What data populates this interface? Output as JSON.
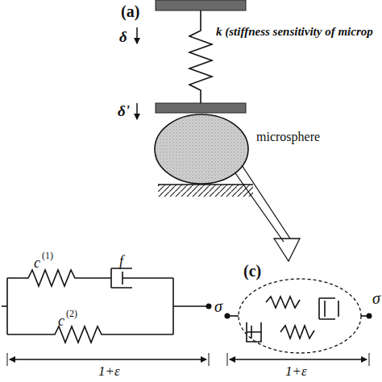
{
  "diagram": {
    "nodes": [
      {
        "text": [
          "microsphere"
        ]
      }
    ],
    "labels": [
      "(a)",
      "δ",
      "k (stiffness sensitivity of microp",
      "δ'",
      "c",
      "(1)",
      "f",
      "c",
      "(2)",
      "σ",
      "1+ε",
      "(c)",
      "σ",
      "1+ε"
    ]
  }
}
